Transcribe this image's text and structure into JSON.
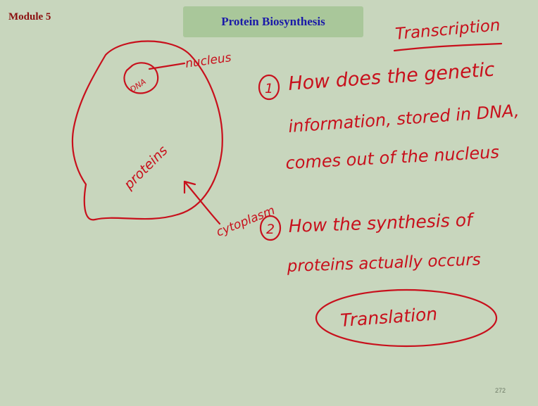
{
  "header": {
    "module": "Module 5",
    "title": "Protein Biosynthesis"
  },
  "diagram": {
    "dna_label": "DNA",
    "nucleus_label": "nucleus",
    "proteins_label": "proteins",
    "cytoplasm_label": "cytoplasm"
  },
  "notes": {
    "heading": "Transcription",
    "q1_number": "1",
    "q1_line1": "How does the genetic",
    "q1_line2": "information, stored in DNA,",
    "q1_line3": "comes out of the nucleus",
    "q2_number": "2",
    "q2_line1": "How the synthesis of",
    "q2_line2": "proteins actually occurs",
    "answer2": "Translation"
  },
  "footer": {
    "page_number": "272"
  },
  "colors": {
    "ink": "#c8101c",
    "title_text": "#1a1aa8",
    "module_text": "#8b1010",
    "background": "#c8d6bd",
    "title_box": "#a9c79a"
  }
}
